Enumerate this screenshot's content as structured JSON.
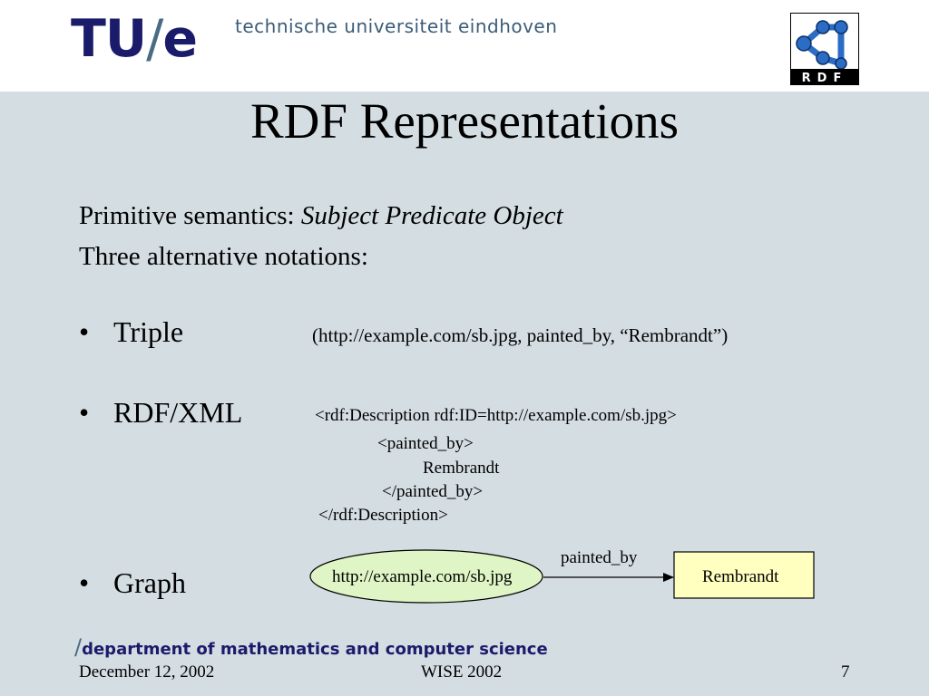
{
  "header": {
    "logo_main": "TU",
    "logo_slash": "/",
    "logo_e": "e",
    "university": "technische universiteit eindhoven",
    "rdf_logo_text": "RDF",
    "colors": {
      "logo_blue": "#1b1b6b",
      "logo_slash": "#4a6b84",
      "rdf_node": "#2b6cc4"
    }
  },
  "slide": {
    "title": "RDF Representations",
    "semantics_prefix": "Primitive semantics: ",
    "semantics_italic": "Subject Predicate Object",
    "notations": "Three alternative notations:",
    "bullets": {
      "triple": "Triple",
      "rdfxml": "RDF/XML",
      "graph": "Graph"
    },
    "triple_text": "(http://example.com/sb.jpg, painted_by, “Rembrandt”)",
    "xml_lines": [
      "<rdf:Description rdf:ID=http://example.com/sb.jpg>",
      "<painted_by>",
      "Rembrandt",
      "</painted_by>",
      "</rdf:Description>"
    ],
    "graph": {
      "subject": "http://example.com/sb.jpg",
      "predicate": "painted_by",
      "object": "Rembrandt",
      "colors": {
        "ellipse_fill": "#dff5c5",
        "box_fill": "#ffffc0"
      }
    }
  },
  "footer": {
    "dept_slash": "/",
    "department": "department of mathematics and computer science",
    "date": "December 12, 2002",
    "event": "WISE 2002",
    "page": "7"
  }
}
